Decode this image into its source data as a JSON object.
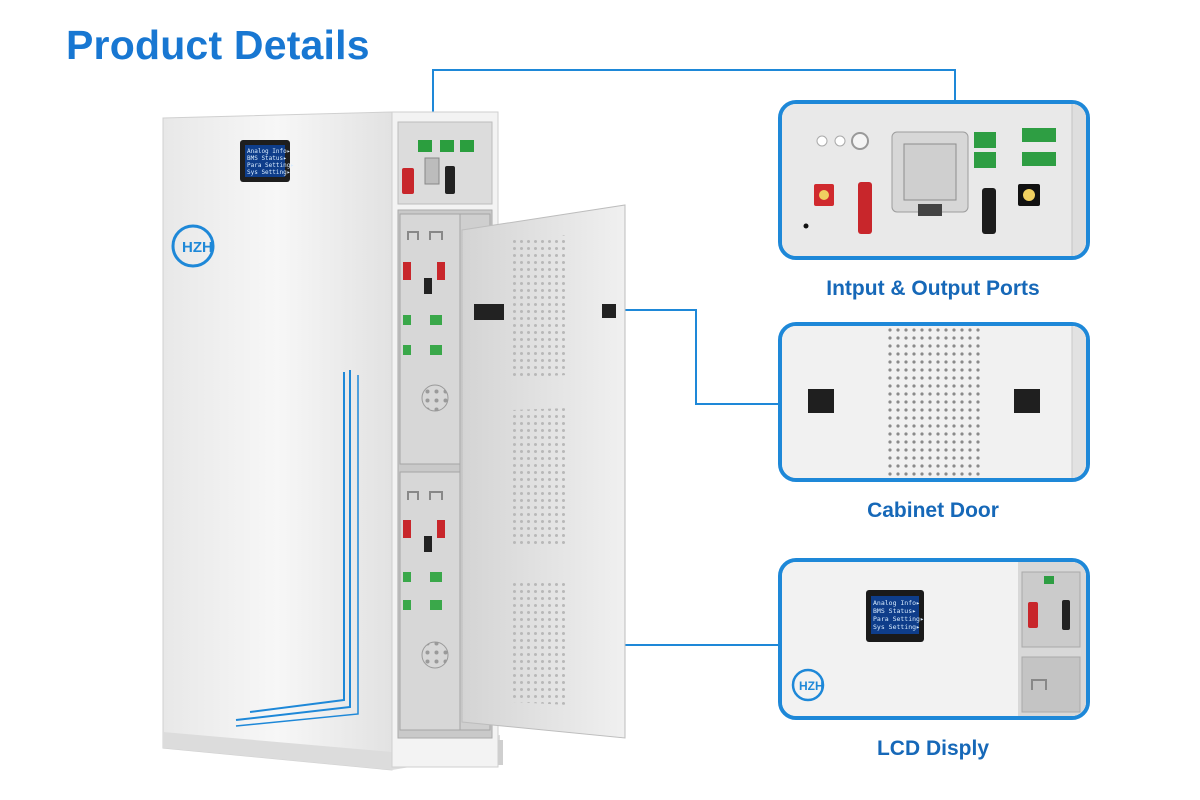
{
  "header": {
    "title": "Product Details"
  },
  "product": {
    "logo_text": "HZH",
    "lcd_lines": [
      "Analog Info▸",
      "BMS Status▸",
      "Para Setting▸",
      "Sys Setting▸"
    ]
  },
  "callouts": [
    {
      "id": "ports",
      "label": "Intput & Output Ports"
    },
    {
      "id": "door",
      "label": "Cabinet Door"
    },
    {
      "id": "lcd",
      "label": "LCD Disply"
    }
  ],
  "colors": {
    "accent": "#1e88d8",
    "title": "#1877d2",
    "caption": "#1668b8"
  }
}
